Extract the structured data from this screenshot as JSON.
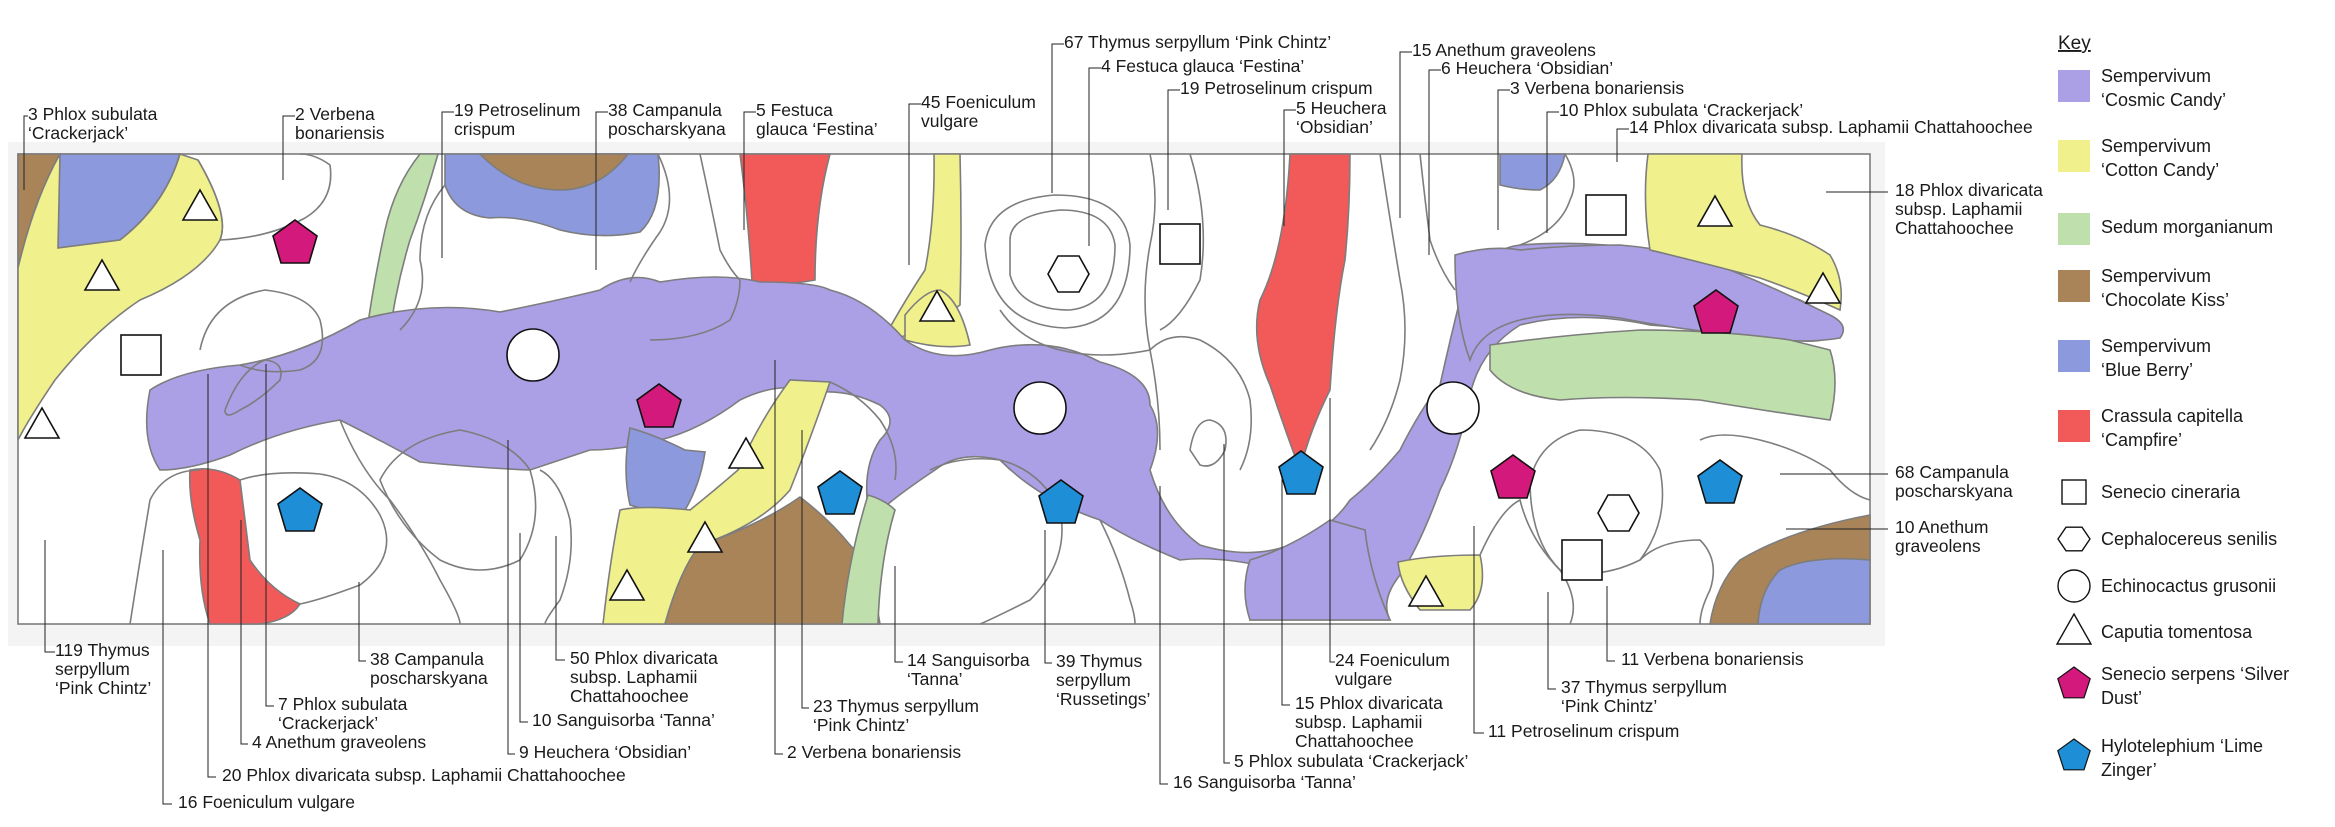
{
  "colors": {
    "cosmic_candy": "#ab9fe6",
    "cotton_candy": "#f0f08c",
    "sedum": "#bfe0ac",
    "chocolate_kiss": "#a88458",
    "blue_berry": "#8c99dd",
    "crassula": "#f25959",
    "silver_dust": "#d4197c",
    "lime_zinger": "#1e8fd6",
    "outline": "#7d7d7d"
  },
  "key": {
    "title": "Key",
    "items": [
      {
        "kind": "swatch",
        "color": "#ab9fe6",
        "lines": [
          "Sempervivum",
          "‘Cosmic Candy’"
        ]
      },
      {
        "kind": "swatch",
        "color": "#f0f08c",
        "lines": [
          "Sempervivum",
          "‘Cotton Candy’"
        ]
      },
      {
        "kind": "swatch",
        "color": "#bfe0ac",
        "lines": [
          "Sedum morganianum"
        ]
      },
      {
        "kind": "swatch",
        "color": "#a88458",
        "lines": [
          "Sempervivum",
          "‘Chocolate Kiss’"
        ]
      },
      {
        "kind": "swatch",
        "color": "#8c99dd",
        "lines": [
          "Sempervivum",
          "‘Blue Berry’"
        ]
      },
      {
        "kind": "swatch",
        "color": "#f25959",
        "lines": [
          "Crassula capitella",
          "‘Campfire’"
        ]
      },
      {
        "kind": "square",
        "lines": [
          "Senecio cineraria"
        ]
      },
      {
        "kind": "hexagon",
        "lines": [
          "Cephalocereus senilis"
        ]
      },
      {
        "kind": "circle",
        "lines": [
          "Echinocactus grusonii"
        ]
      },
      {
        "kind": "triangle",
        "lines": [
          "Caputia tomentosa"
        ]
      },
      {
        "kind": "pentagon",
        "color": "#d4197c",
        "lines": [
          "Senecio serpens ‘Silver",
          "Dust’"
        ]
      },
      {
        "kind": "pentagon",
        "color": "#1e8fd6",
        "lines": [
          "Hylotelephium ‘Lime",
          "Zinger’"
        ]
      }
    ]
  },
  "labels": {
    "top": [
      [
        "3 Phlox subulata",
        "‘Crackerjack’"
      ],
      [
        "2 Verbena",
        "bonariensis"
      ],
      [
        "19 Petroselinum",
        "crispum"
      ],
      [
        "38 Campanula",
        "poscharskyana"
      ],
      [
        "5 Festuca",
        "glauca ‘Festina’"
      ],
      [
        "45 Foeniculum",
        "vulgare"
      ],
      [
        "67 Thymus serpyllum ‘Pink Chintz’"
      ],
      [
        "4 Festuca glauca ‘Festina’"
      ],
      [
        "19 Petroselinum crispum"
      ],
      [
        "5 Heuchera",
        "‘Obsidian’"
      ],
      [
        "15 Anethum graveolens"
      ],
      [
        "6 Heuchera ‘Obsidian’"
      ],
      [
        "3 Verbena bonariensis"
      ],
      [
        "10 Phlox subulata ‘Crackerjack’"
      ],
      [
        "14 Phlox divaricata subsp. Laphamii Chattahoochee"
      ]
    ],
    "right": [
      [
        "18 Phlox divaricata",
        "subsp. Laphamii",
        "Chattahoochee"
      ],
      [
        "68 Campanula",
        "poscharskyana"
      ],
      [
        "10 Anethum",
        "graveolens"
      ]
    ],
    "bottom": [
      [
        "119 Thymus",
        "serpyllum",
        "‘Pink Chintz’"
      ],
      [
        "16 Foeniculum vulgare"
      ],
      [
        "20 Phlox divaricata subsp. Laphamii Chattahoochee"
      ],
      [
        "4 Anethum graveolens"
      ],
      [
        "7 Phlox subulata",
        "‘Crackerjack’"
      ],
      [
        "38 Campanula",
        "poscharskyana"
      ],
      [
        "9 Heuchera ‘Obsidian’"
      ],
      [
        "10 Sanguisorba ‘Tanna’"
      ],
      [
        "50 Phlox divaricata",
        "subsp. Laphamii",
        "Chattahoochee"
      ],
      [
        "2 Verbena bonariensis"
      ],
      [
        "23 Thymus serpyllum",
        "‘Pink Chintz’"
      ],
      [
        "14 Sanguisorba",
        "‘Tanna’"
      ],
      [
        "39 Thymus",
        "serpyllum",
        "‘Russetings’"
      ],
      [
        "16 Sanguisorba ‘Tanna’"
      ],
      [
        "5 Phlox subulata ‘Crackerjack’"
      ],
      [
        "15 Phlox divaricata",
        "subsp. Laphamii",
        "Chattahoochee"
      ],
      [
        "24 Foeniculum",
        "vulgare"
      ],
      [
        "11 Petroselinum crispum"
      ],
      [
        "37 Thymus serpyllum",
        "‘Pink Chintz’"
      ],
      [
        "11 Verbena bonariensis"
      ]
    ]
  }
}
